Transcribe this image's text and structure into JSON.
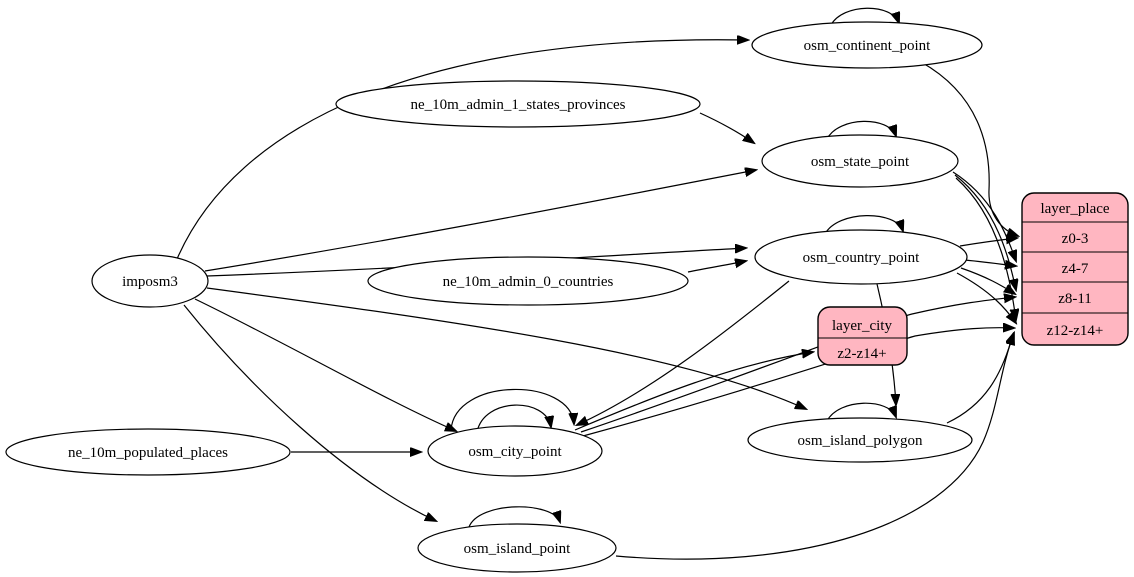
{
  "diagram": {
    "type": "graphviz-etl-diagram",
    "colors": {
      "background": "#ffffff",
      "node_fill": "#ffffff",
      "edge_stroke": "#000000",
      "record_fill": "#ffb6c1"
    },
    "nodes": {
      "imposm3": {
        "label": "imposm3",
        "shape": "ellipse"
      },
      "ne_10m_admin_1_states_provinces": {
        "label": "ne_10m_admin_1_states_provinces",
        "shape": "ellipse"
      },
      "ne_10m_admin_0_countries": {
        "label": "ne_10m_admin_0_countries",
        "shape": "ellipse"
      },
      "ne_10m_populated_places": {
        "label": "ne_10m_populated_places",
        "shape": "ellipse"
      },
      "osm_continent_point": {
        "label": "osm_continent_point",
        "shape": "ellipse"
      },
      "osm_state_point": {
        "label": "osm_state_point",
        "shape": "ellipse"
      },
      "osm_country_point": {
        "label": "osm_country_point",
        "shape": "ellipse"
      },
      "osm_city_point": {
        "label": "osm_city_point",
        "shape": "ellipse"
      },
      "osm_island_polygon": {
        "label": "osm_island_polygon",
        "shape": "ellipse"
      },
      "osm_island_point": {
        "label": "osm_island_point",
        "shape": "ellipse"
      },
      "layer_city": {
        "title": "layer_city",
        "rows": [
          "z2-z14+"
        ],
        "shape": "record"
      },
      "layer_place": {
        "title": "layer_place",
        "rows": [
          "z0-3",
          "z4-7",
          "z8-11",
          "z12-z14+"
        ],
        "shape": "record"
      }
    },
    "edges": [
      {
        "from": "imposm3",
        "to": "osm_continent_point"
      },
      {
        "from": "imposm3",
        "to": "osm_state_point"
      },
      {
        "from": "imposm3",
        "to": "osm_country_point"
      },
      {
        "from": "imposm3",
        "to": "osm_city_point"
      },
      {
        "from": "imposm3",
        "to": "osm_island_polygon"
      },
      {
        "from": "imposm3",
        "to": "osm_island_point"
      },
      {
        "from": "ne_10m_admin_1_states_provinces",
        "to": "osm_state_point"
      },
      {
        "from": "ne_10m_admin_0_countries",
        "to": "osm_country_point"
      },
      {
        "from": "ne_10m_populated_places",
        "to": "osm_city_point"
      },
      {
        "from": "osm_continent_point",
        "to": "osm_continent_point"
      },
      {
        "from": "osm_state_point",
        "to": "osm_state_point"
      },
      {
        "from": "osm_country_point",
        "to": "osm_country_point"
      },
      {
        "from": "osm_city_point",
        "to": "osm_city_point"
      },
      {
        "from": "osm_city_point",
        "to": "osm_city_point"
      },
      {
        "from": "osm_island_polygon",
        "to": "osm_island_polygon"
      },
      {
        "from": "osm_island_point",
        "to": "osm_island_point"
      },
      {
        "from": "osm_continent_point",
        "to": "layer_place:z0-3"
      },
      {
        "from": "osm_country_point",
        "to": "layer_place:z0-3"
      },
      {
        "from": "osm_state_point",
        "to": "layer_place:z4-7"
      },
      {
        "from": "osm_country_point",
        "to": "layer_place:z4-7"
      },
      {
        "from": "osm_state_point",
        "to": "layer_place:z8-11"
      },
      {
        "from": "osm_country_point",
        "to": "layer_place:z8-11"
      },
      {
        "from": "osm_city_point",
        "to": "layer_place:z8-11"
      },
      {
        "from": "osm_state_point",
        "to": "layer_place:z12-z14+"
      },
      {
        "from": "osm_country_point",
        "to": "layer_place:z12-z14+"
      },
      {
        "from": "osm_city_point",
        "to": "layer_place:z12-z14+"
      },
      {
        "from": "osm_island_polygon",
        "to": "layer_place:z12-z14+"
      },
      {
        "from": "osm_island_point",
        "to": "layer_place:z12-z14+"
      },
      {
        "from": "osm_city_point",
        "to": "layer_city:z2-z14+"
      },
      {
        "from": "osm_country_point",
        "to": "osm_city_point"
      },
      {
        "from": "osm_country_point",
        "to": "osm_island_polygon"
      }
    ]
  }
}
